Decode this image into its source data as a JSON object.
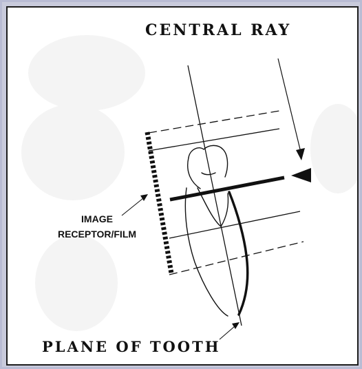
{
  "labels": {
    "central_ray": "CENTRAL RAY",
    "image_receptor_line1": "IMAGE",
    "image_receptor_line2": "RECEPTOR/FILM",
    "plane_of_tooth": "PLANE OF TOOTH"
  },
  "colors": {
    "background": "#ffffff",
    "ink": "#111111",
    "frame": "#c9cbdc"
  }
}
